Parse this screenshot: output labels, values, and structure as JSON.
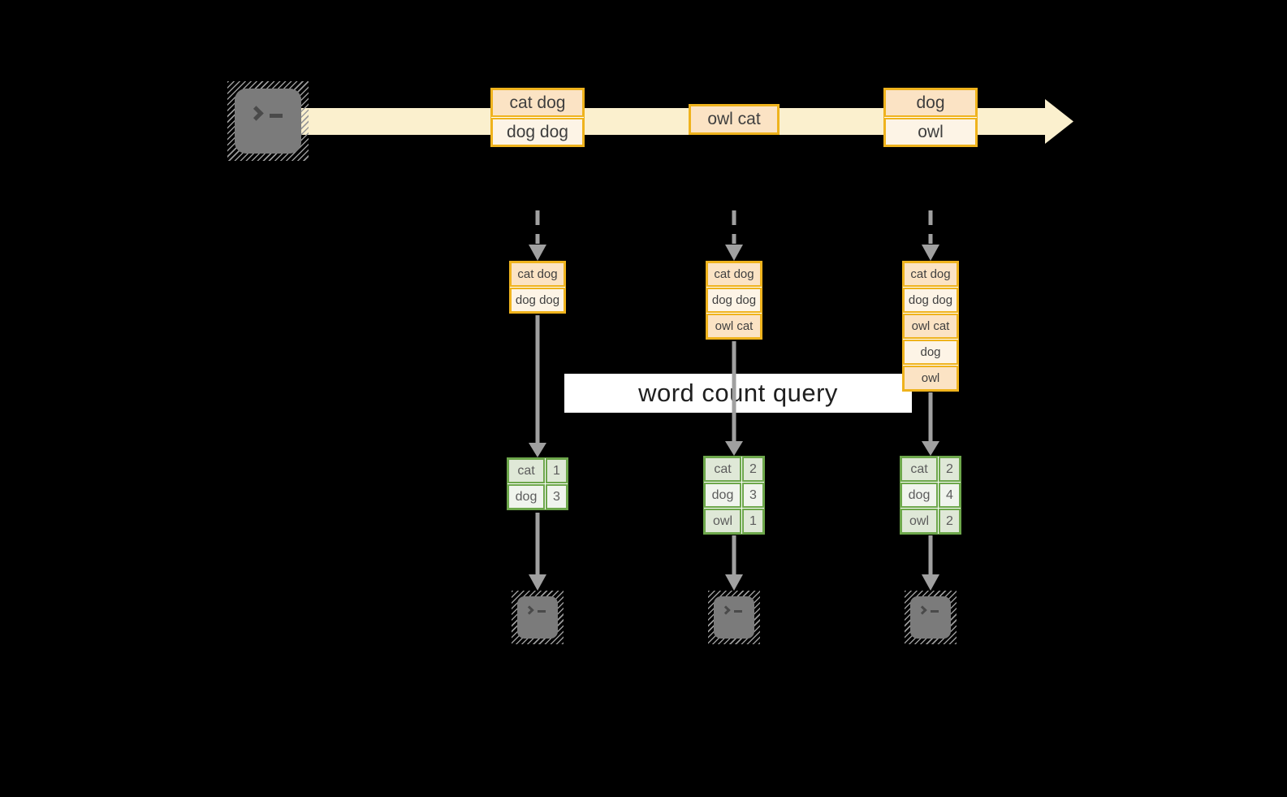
{
  "banner": {
    "label": "word count query"
  },
  "stream": {
    "groups": [
      {
        "items": [
          "cat dog",
          "dog dog"
        ]
      },
      {
        "items": [
          "owl cat"
        ]
      },
      {
        "items": [
          "dog",
          "owl"
        ]
      }
    ]
  },
  "partitions": [
    {
      "buffer": [
        "cat dog",
        "dog dog"
      ],
      "counts": [
        {
          "word": "cat",
          "count": "1"
        },
        {
          "word": "dog",
          "count": "3"
        }
      ]
    },
    {
      "buffer": [
        "cat dog",
        "dog dog",
        "owl cat"
      ],
      "counts": [
        {
          "word": "cat",
          "count": "2"
        },
        {
          "word": "dog",
          "count": "3"
        },
        {
          "word": "owl",
          "count": "1"
        }
      ]
    },
    {
      "buffer": [
        "cat dog",
        "dog dog",
        "owl cat",
        "dog",
        "owl"
      ],
      "counts": [
        {
          "word": "cat",
          "count": "2"
        },
        {
          "word": "dog",
          "count": "4"
        },
        {
          "word": "owl",
          "count": "2"
        }
      ]
    }
  ],
  "icons": {
    "terminal_prompt": "❯_"
  },
  "colors": {
    "background": "#000000",
    "stream_arrow": "#FBF0CE",
    "box_border": "#EFB31D",
    "box_fill_dark": "#FBE3C4",
    "box_fill_light": "#FDF4E6",
    "table_border": "#6DA74B",
    "table_fill_dark": "#DFE8D7",
    "table_fill_light": "#F0F4ED",
    "connector_gray": "#A0A0A0",
    "terminal_gray": "#7B7B7B",
    "banner_bg": "#FFFFFF",
    "banner_text": "#1F1F1F"
  }
}
